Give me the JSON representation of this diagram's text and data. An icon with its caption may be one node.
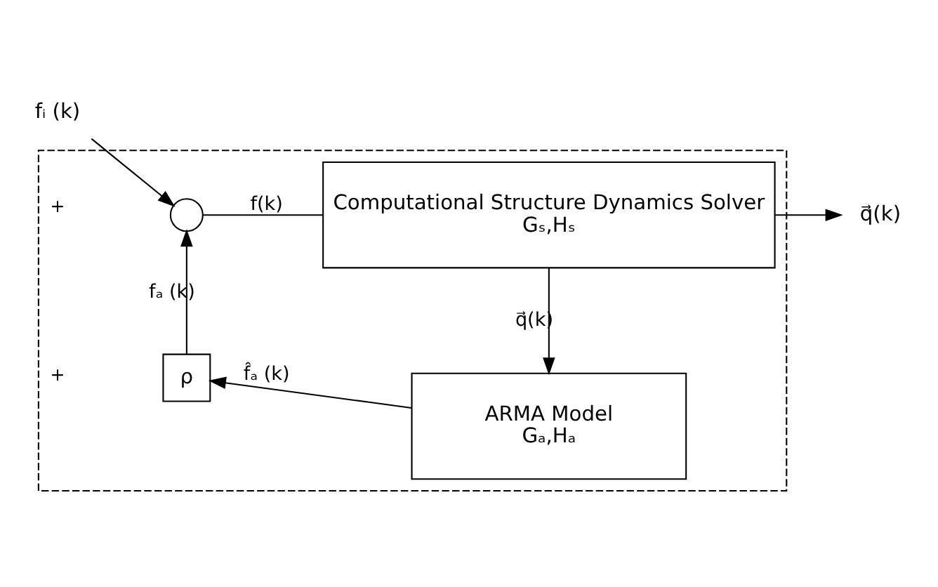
{
  "diagram": {
    "nodes": [
      {
        "text": [
          "fᵢ (k)"
        ]
      },
      {
        "text": [],
        "shape": "box"
      },
      {
        "text": [],
        "shape": "circle",
        "in": 1
      },
      {
        "text": [
          "Computational Structure Dynamics Solver",
          "Gₛ,Hₛ"
        ],
        "in": 1
      },
      {
        "text": [
          "q⃗(k)"
        ]
      },
      {
        "text": [
          "ρ"
        ],
        "in": 1
      },
      {
        "text": [
          "ARMA Model",
          "Gₐ,Hₐ"
        ],
        "in": 1
      }
    ],
    "edges": [
      {
        "from": 0,
        "to": 2,
        "arrow": "to"
      },
      {
        "from": 2,
        "to": 3,
        "arrow": "none",
        "label": "f(k)"
      },
      {
        "from": 3,
        "to": 4,
        "arrow": "to"
      },
      {
        "from": 3,
        "to": 6,
        "arrow": "to",
        "label": "q⃗(k)"
      },
      {
        "from": 6,
        "to": 5,
        "arrow": "to",
        "label": "f̂ₐ (k)"
      },
      {
        "from": 5,
        "to": 2,
        "arrow": "to",
        "label": "fₐ (k)"
      }
    ],
    "labels": [
      "+",
      "+"
    ]
  }
}
